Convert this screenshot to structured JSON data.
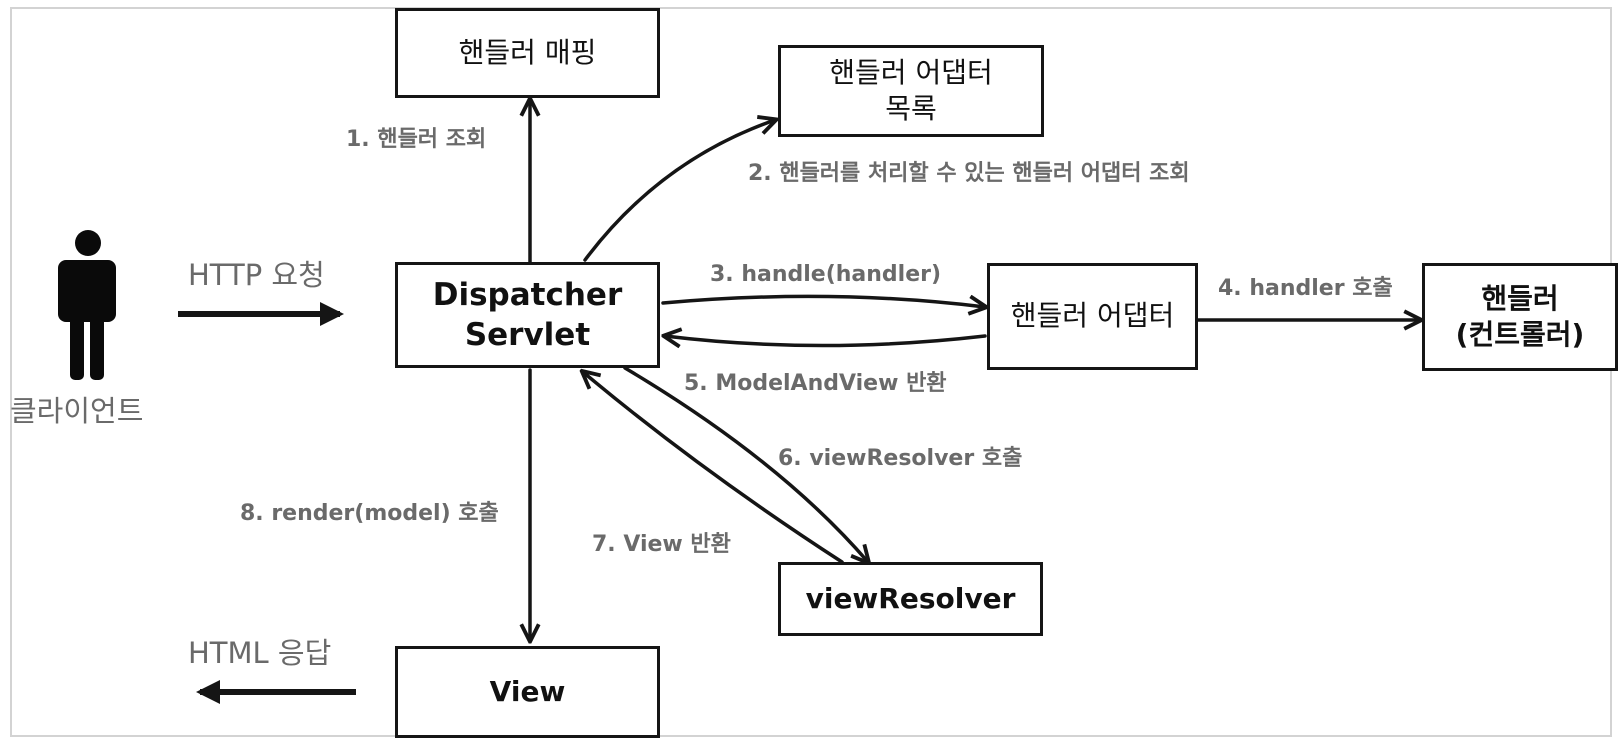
{
  "client": {
    "label": "클라이언트"
  },
  "request": {
    "label": "HTTP 요청"
  },
  "response": {
    "label": "HTML 응답"
  },
  "nodes": {
    "dispatcher": {
      "line1": "Dispatcher",
      "line2": "Servlet"
    },
    "handler_mapping": {
      "line1": "핸들러 매핑"
    },
    "adapter_list": {
      "line1": "핸들러 어댑터",
      "line2": "목록"
    },
    "handler_adapter": {
      "line1": "핸들러 어댑터"
    },
    "handler": {
      "line1": "핸들러",
      "line2": "(컨트롤러)"
    },
    "view_resolver": {
      "line1": "viewResolver"
    },
    "view": {
      "line1": "View"
    }
  },
  "steps": {
    "s1": "1. 핸들러 조회",
    "s2": "2. 핸들러를 처리할 수 있는 핸들러 어댑터 조회",
    "s3": "3. handle(handler)",
    "s4": "4. handler 호출",
    "s5": "5. ModelAndView 반환",
    "s6": "6. viewResolver 호출",
    "s7": "7. View 반환",
    "s8": "8. render(model) 호출"
  },
  "colors": {
    "line": "#151515",
    "label": "#6a6a6a",
    "frame": "#d3d3d3"
  }
}
